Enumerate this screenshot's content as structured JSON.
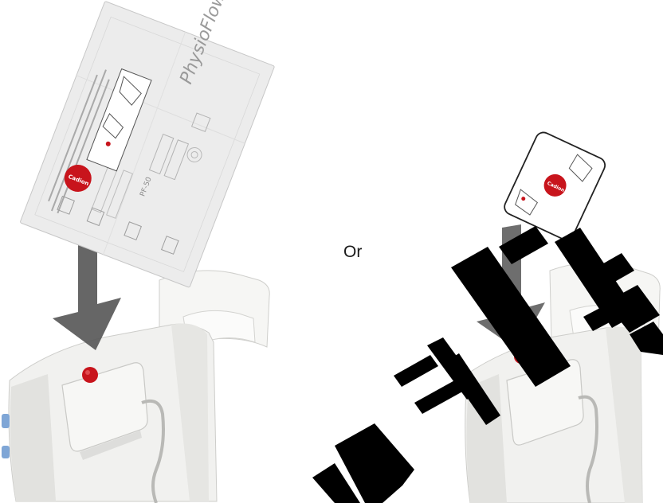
{
  "or_label": "Or",
  "package": {
    "brand": "PhysioFlow",
    "model_code": "PF-50",
    "cadion_label": "Cadion"
  },
  "card": {
    "cadion_label": "Cadion"
  },
  "colors": {
    "background": "#ffffff",
    "device_body": "#f4f4f2",
    "device_shadow": "#d9d9d6",
    "reader_button": "#c8141c",
    "arrow": "#555555",
    "watermark": "#000000",
    "package_sheet": "#ececec",
    "card_border": "#222222"
  },
  "icons": [
    "delete-watermark-icon",
    "down-arrow-icon",
    "rfid-logo-icon"
  ]
}
